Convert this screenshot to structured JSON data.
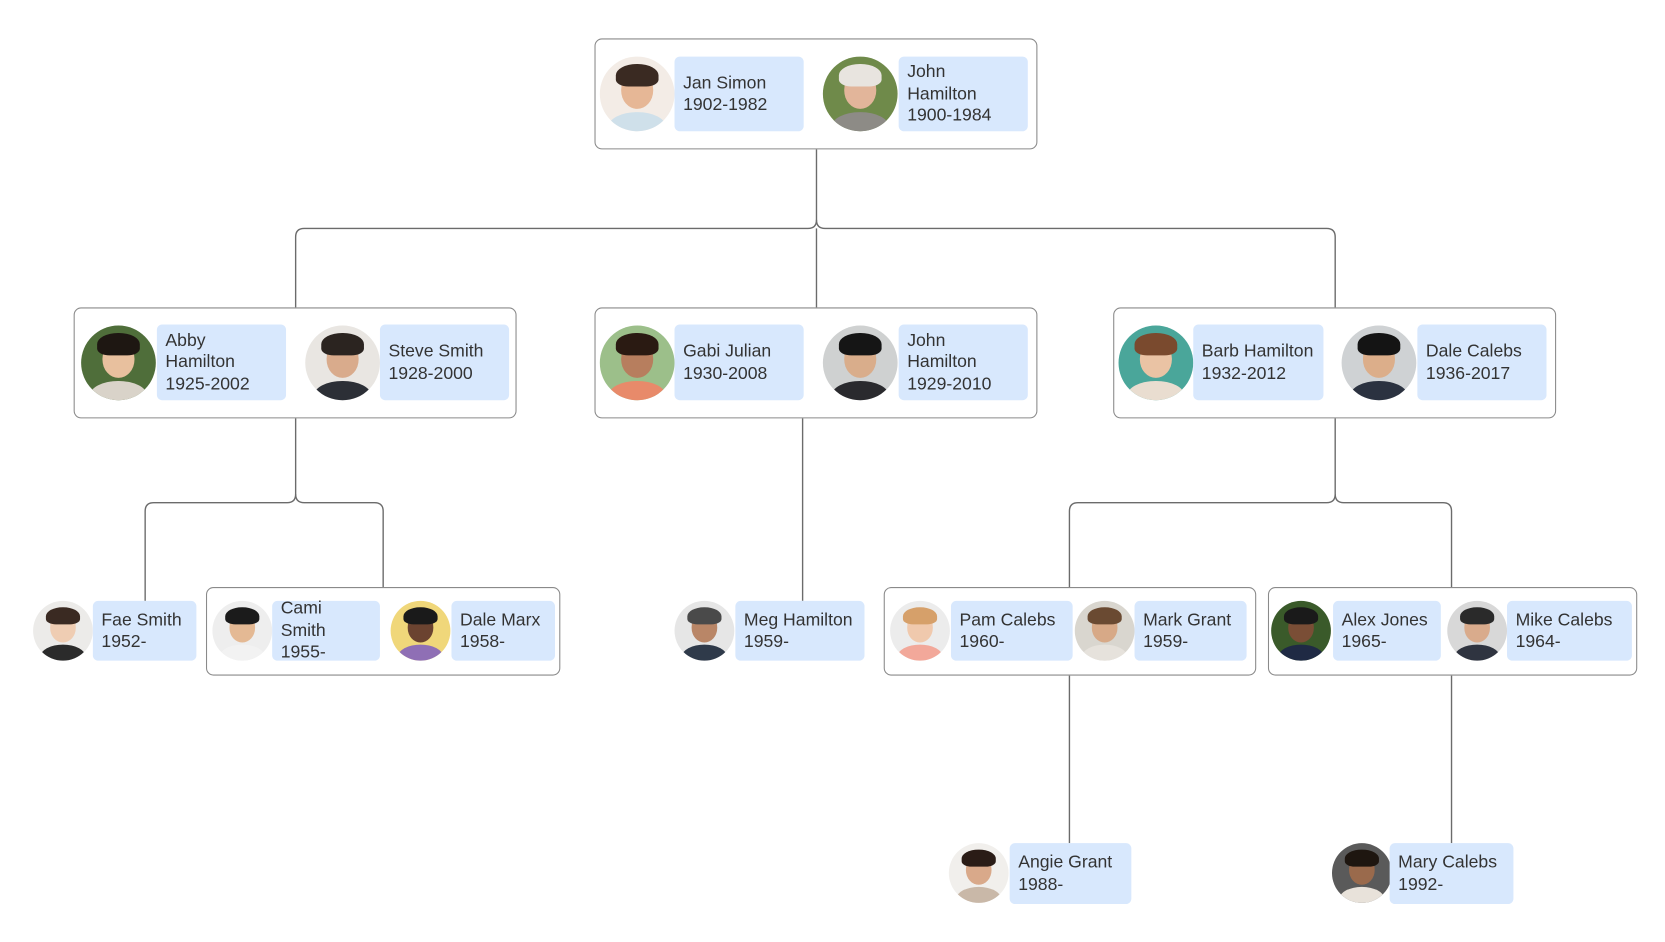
{
  "people": {
    "jan": {
      "name": "Jan Simon",
      "years": "1902-1982"
    },
    "john1": {
      "name": "John Hamilton",
      "years": "1900-1984"
    },
    "abby": {
      "name": "Abby Hamilton",
      "years": "1925-2002"
    },
    "steve": {
      "name": "Steve Smith",
      "years": "1928-2000"
    },
    "gabi": {
      "name": "Gabi Julian",
      "years": "1930-2008"
    },
    "john2": {
      "name": "John Hamilton",
      "years": "1929-2010"
    },
    "barb": {
      "name": "Barb Hamilton",
      "years": "1932-2012"
    },
    "dalec": {
      "name": "Dale Calebs",
      "years": "1936-2017"
    },
    "fae": {
      "name": "Fae Smith",
      "years": "1952-"
    },
    "cami": {
      "name": "Cami Smith",
      "years": "1955-"
    },
    "dalem": {
      "name": "Dale Marx",
      "years": "1958-"
    },
    "meg": {
      "name": "Meg Hamilton",
      "years": "1959-"
    },
    "pam": {
      "name": "Pam Calebs",
      "years": "1960-"
    },
    "mark": {
      "name": "Mark Grant",
      "years": "1959-"
    },
    "alex": {
      "name": "Alex Jones",
      "years": "1965-"
    },
    "mike": {
      "name": "Mike Calebs",
      "years": "1964-"
    },
    "angie": {
      "name": "Angie Grant",
      "years": "1988-"
    },
    "mary": {
      "name": "Mary Calebs",
      "years": "1992-"
    }
  },
  "colors": {
    "label_bg": "#d8e8fd",
    "line": "#6b6b6b"
  }
}
